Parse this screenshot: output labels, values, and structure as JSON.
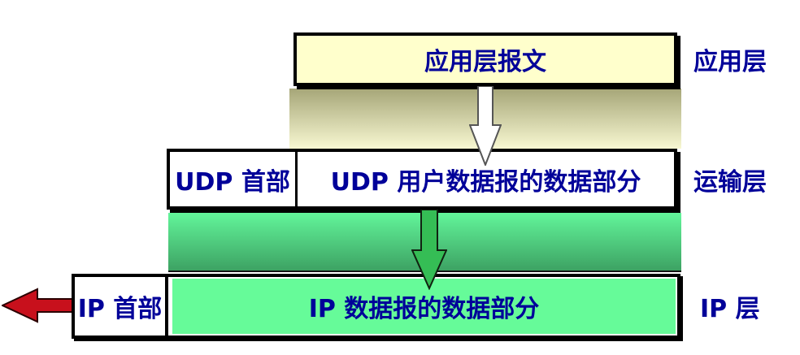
{
  "layers": {
    "application": {
      "label": "应用层",
      "message": "应用层报文"
    },
    "transport": {
      "label": "运输层",
      "header": "UDP 首部",
      "data": "UDP 用户数据报的数据部分"
    },
    "ip": {
      "label": "IP 层",
      "header": "IP 首部",
      "data": "IP 数据报的数据部分"
    }
  },
  "arrows": [
    {
      "name": "down-arrow-white",
      "direction": "down",
      "fill": "#ffffff"
    },
    {
      "name": "down-arrow-green",
      "direction": "down",
      "fill": "#35bd55"
    },
    {
      "name": "left-arrow-red",
      "direction": "left",
      "fill": "#c8101c"
    }
  ],
  "colors": {
    "text_blue": "#000099",
    "app_box_fill": "#ffffcc",
    "yellow_band_top": "#a6a678",
    "yellow_band_bottom": "#f8f8d2",
    "green_band_top": "#62f59a",
    "green_band_bottom": "#3da263",
    "ip_data_fill": "#66fb99",
    "border_black": "#000000"
  }
}
